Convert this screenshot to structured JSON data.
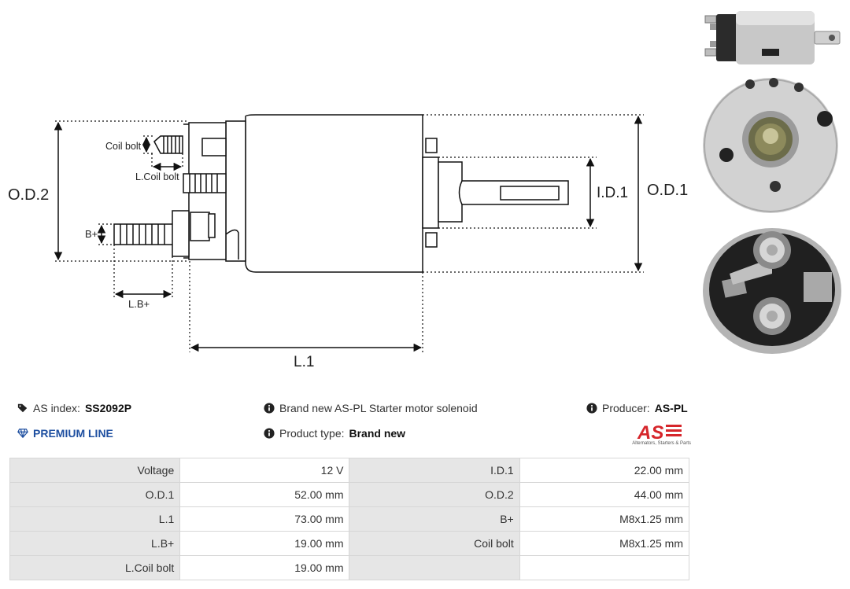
{
  "diagram": {
    "labels": {
      "od2": "O.D.2",
      "od1": "O.D.1",
      "id1": "I.D.1",
      "l1": "L.1",
      "lb_plus": "L.B+",
      "b_plus": "B+",
      "coil_bolt": "Coil bolt",
      "l_coil_bolt": "L.Coil bolt"
    }
  },
  "photos": [
    "side-view",
    "front-view",
    "rear-terminal-view"
  ],
  "info": {
    "index_label": "AS index:",
    "index_value": "SS2092P",
    "premium_line": "PREMIUM LINE",
    "description": "Brand new AS-PL Starter motor solenoid",
    "type_label": "Product type:",
    "type_value": "Brand new",
    "producer_label": "Producer:",
    "producer_value": "AS-PL",
    "logo_text": "AS",
    "logo_tagline": "Alternators, Starters & Parts"
  },
  "specs": {
    "rows": [
      [
        {
          "label": "Voltage",
          "value": "12 V"
        },
        {
          "label": "I.D.1",
          "value": "22.00 mm"
        }
      ],
      [
        {
          "label": "O.D.1",
          "value": "52.00 mm"
        },
        {
          "label": "O.D.2",
          "value": "44.00 mm"
        }
      ],
      [
        {
          "label": "L.1",
          "value": "73.00 mm"
        },
        {
          "label": "B+",
          "value": "M8x1.25 mm"
        }
      ],
      [
        {
          "label": "L.B+",
          "value": "19.00 mm"
        },
        {
          "label": "Coil bolt",
          "value": "M8x1.25 mm"
        }
      ],
      [
        {
          "label": "L.Coil bolt",
          "value": "19.00 mm"
        },
        {
          "label": "",
          "value": ""
        }
      ]
    ]
  },
  "colors": {
    "accent": "#1e4fa0",
    "logo_red": "#d6262b",
    "label_cell": "#e6e6e6"
  }
}
